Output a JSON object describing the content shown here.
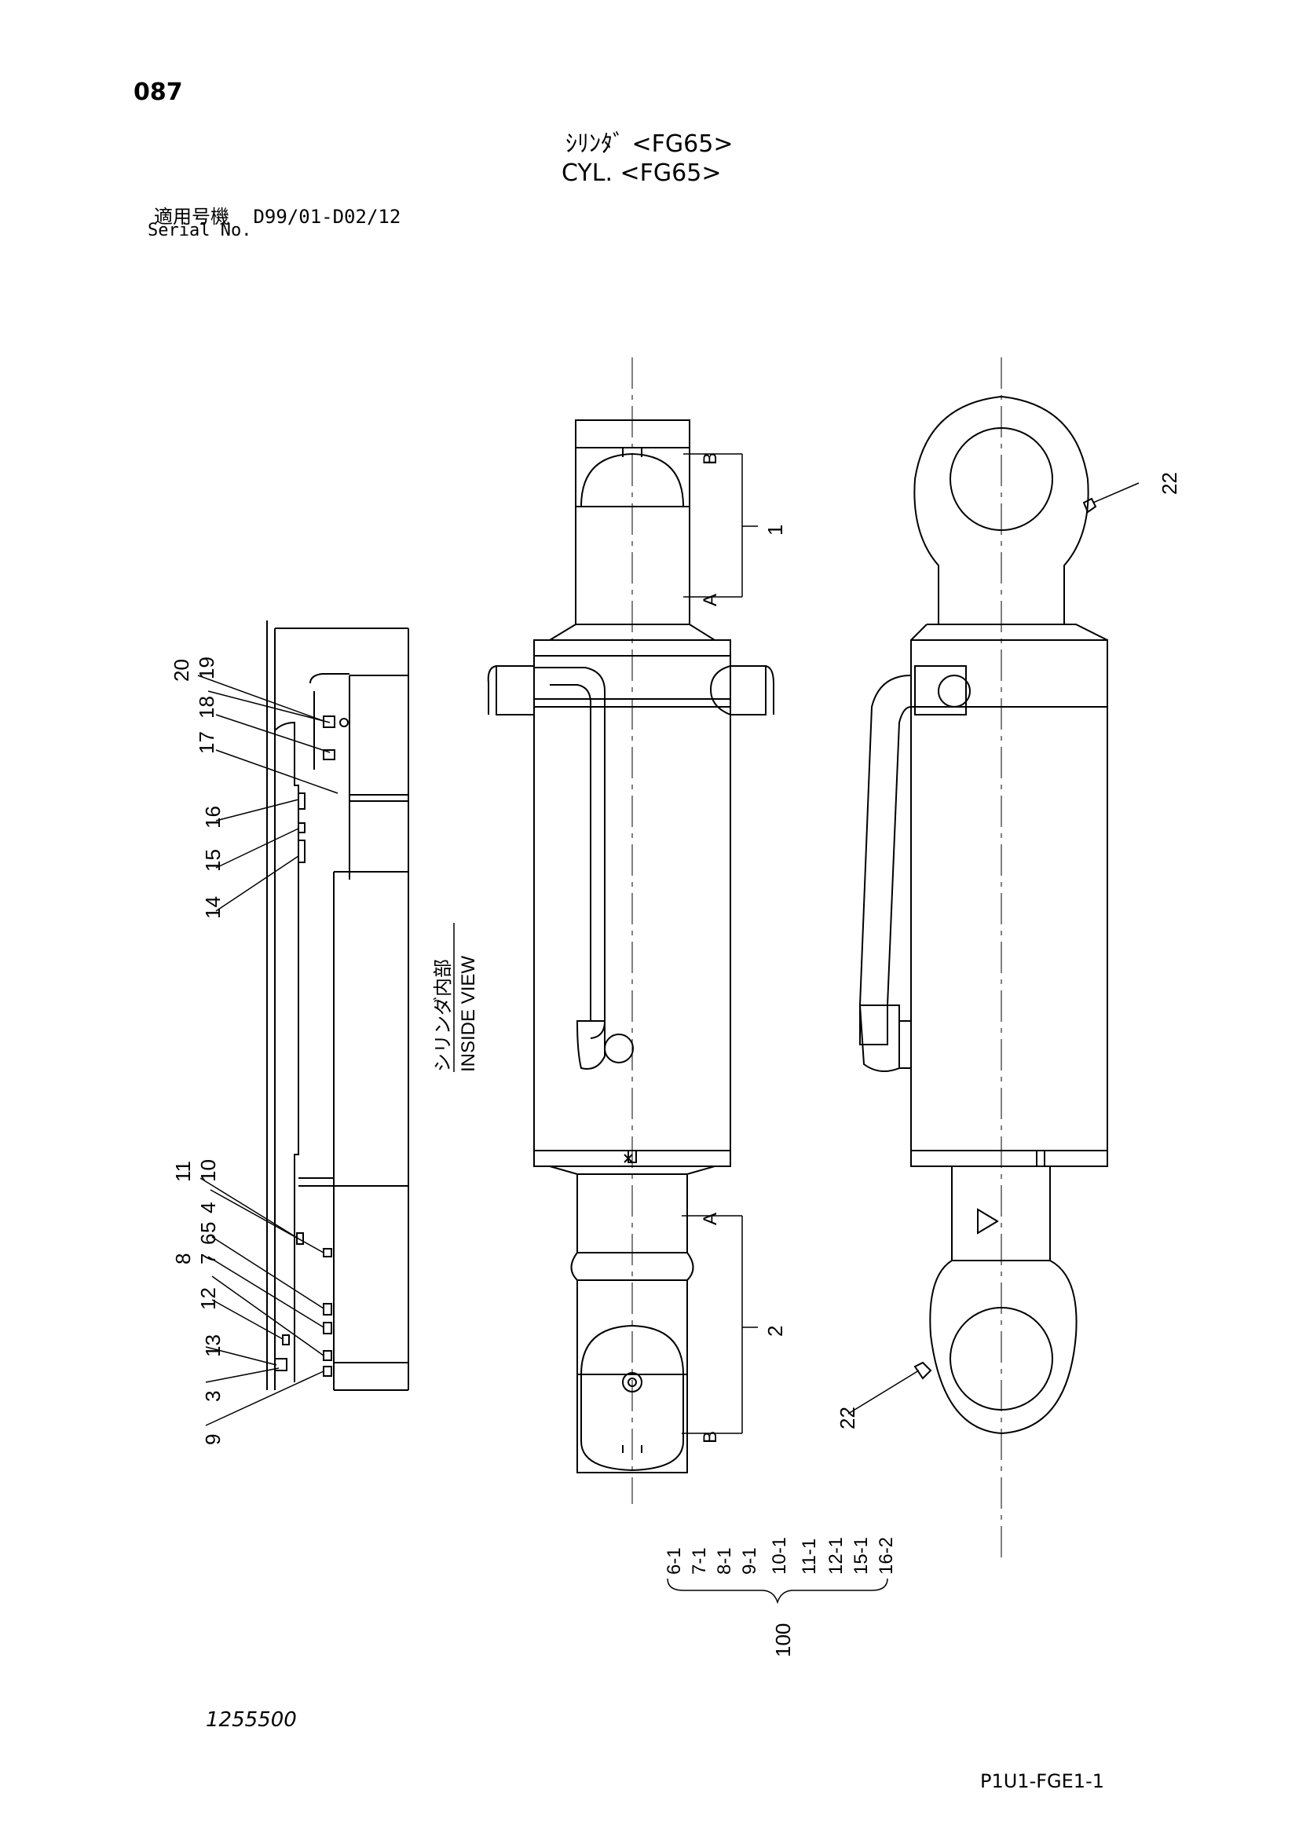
{
  "header": {
    "page_number": "087",
    "title_ja": "ｼﾘﾝﾀﾞ <FG65>",
    "title_en": "CYL. <FG65>",
    "serial_label_ja": "適用号機",
    "serial_range": "D99/01-D02/12",
    "serial_label_en": "Serial No."
  },
  "inside_view_label": {
    "ja": "シリンダ内部",
    "en": "INSIDE VIEW"
  },
  "section_marks": {
    "a": "A",
    "b": "B"
  },
  "callouts": {
    "c1": "1",
    "c2": "2",
    "c3": "3",
    "c4": "4",
    "c5": "5",
    "c6": "6",
    "c7": "7",
    "c8": "8",
    "c9": "9",
    "c10": "10",
    "c11": "11",
    "c12": "12",
    "c13": "13",
    "c14": "14",
    "c15": "15",
    "c16": "16",
    "c17": "17",
    "c18": "18",
    "c19": "19",
    "c20": "20",
    "c22": "22"
  },
  "seal_kit": {
    "number": "100",
    "items": [
      "6-1",
      "7-1",
      "8-1",
      "9-1",
      "10-1",
      "11-1",
      "12-1",
      "15-1",
      "16-2"
    ]
  },
  "footer": {
    "drawing_number": "1255500",
    "page_code": "P1U1-FGE1-1"
  }
}
